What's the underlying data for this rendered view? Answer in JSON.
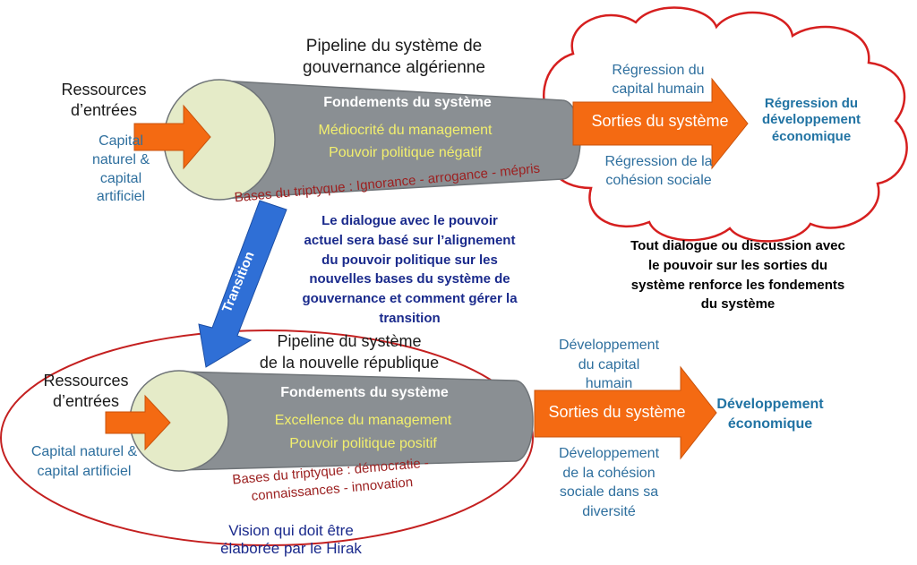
{
  "top": {
    "title_line1": "Pipeline du système de",
    "title_line2": "gouvernance algérienne",
    "inputs_line1": "Ressources",
    "inputs_line2": "d’entrées",
    "inputs_detail_line1": "Capital",
    "inputs_detail_line2": "naturel &",
    "inputs_detail_line3": "capital",
    "inputs_detail_line4": "artificiel",
    "foundations_title": "Fondements du système",
    "foundations_item1": "Médiocrité du management",
    "foundations_item2": "Pouvoir politique négatif",
    "bases": "Bases du triptyque : Ignorance - arrogance - mépris",
    "outputs_label": "Sorties du système",
    "output_up_line1": "Régression du",
    "output_up_line2": "capital humain",
    "output_down_line1": "Régression de la",
    "output_down_line2": "cohésion sociale",
    "result_line1": "Régression du",
    "result_line2": "développement",
    "result_line3": "économique"
  },
  "note": {
    "line1": "Tout dialogue ou discussion avec",
    "line2": "le pouvoir sur les sorties du",
    "line3": "système renforce les fondements",
    "line4": "du système"
  },
  "transition": {
    "label": "Transition",
    "dialogue_line1": "Le dialogue avec le pouvoir",
    "dialogue_line2": "actuel sera basé sur l’alignement",
    "dialogue_line3": "du pouvoir politique sur les",
    "dialogue_line4": "nouvelles bases du système de",
    "dialogue_line5": "gouvernance et comment gérer la",
    "dialogue_line6": "transition"
  },
  "bottom": {
    "title_line1": "Pipeline du système",
    "title_line2": "de la nouvelle république",
    "inputs_line1": "Ressources",
    "inputs_line2": "d’entrées",
    "inputs_detail_line1": "Capital naturel &",
    "inputs_detail_line2": "capital artificiel",
    "foundations_title": "Fondements du système",
    "foundations_item1": "Excellence  du management",
    "foundations_item2": "Pouvoir politique positif",
    "bases_line1": "Bases du triptyque : démocratie -",
    "bases_line2": "connaissances - innovation",
    "outputs_label": "Sorties du système",
    "output_up_line1": "Développement",
    "output_up_line2": "du capital",
    "output_up_line3": "humain",
    "output_down_line1": "Développement",
    "output_down_line2": "de la cohésion",
    "output_down_line3": "sociale dans sa",
    "output_down_line4": "diversité",
    "result_line1": "Développement",
    "result_line2": "économique",
    "vision_line1": "Vision qui doit être",
    "vision_line2": "élaborée par le Hirak"
  },
  "colors": {
    "pipe_gray": "#8a8f93",
    "pipe_end": "#e5ebc8",
    "arrow_orange": "#f46a12",
    "transition_blue": "#2f6fd6",
    "cloud_red": "#d61f1f",
    "ellipse_red": "#c42020"
  }
}
